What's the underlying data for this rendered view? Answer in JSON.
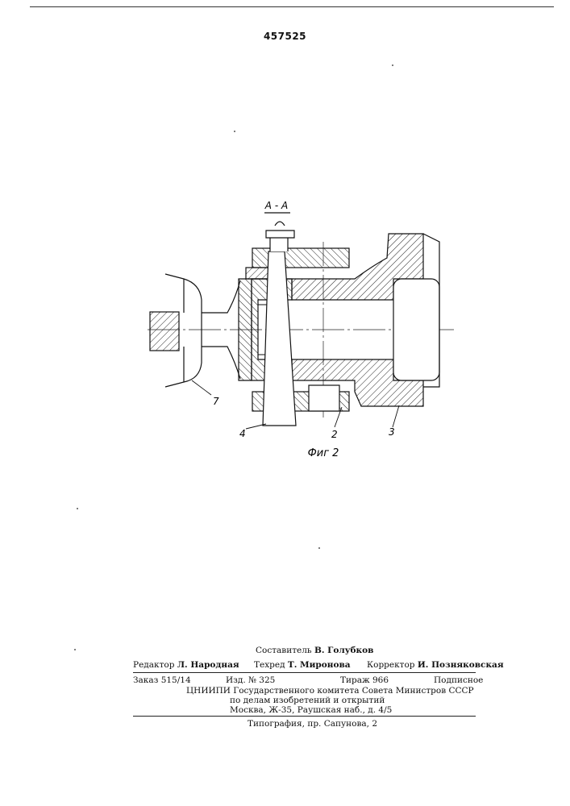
{
  "patent_number": "457525",
  "figure": {
    "section_label": "А - А",
    "caption": "Фиг 2",
    "callouts": [
      "7",
      "4",
      "2",
      "3"
    ]
  },
  "footer": {
    "compiler": {
      "label": "Составитель",
      "name": "В. Голубков"
    },
    "editor": {
      "label": "Редактор",
      "name": "Л. Народная"
    },
    "techred": {
      "label": "Техред",
      "name": "Т. Миронова"
    },
    "corrector": {
      "label": "Корректор",
      "name": "И. Позняковская"
    },
    "order": "Заказ 515/14",
    "edition": "Изд. № 325",
    "circulation": "Тираж 966",
    "subscription": "Подписное",
    "org_line1": "ЦНИИПИ Государственного комитета Совета Министров СССР",
    "org_line2": "по делам изобретений и открытий",
    "address": "Москва, Ж-35, Раушская наб., д. 4/5",
    "printer": "Типография, пр. Сапунова, 2"
  }
}
